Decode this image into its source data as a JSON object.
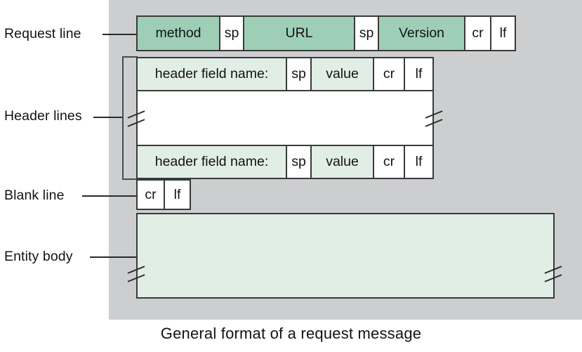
{
  "caption": "General format of a request message",
  "colors": {
    "backdrop": "#ccced0",
    "green": "#9ecfb6",
    "light_green": "#e1eee6",
    "white": "#ffffff",
    "stroke": "#3a3a3a",
    "text": "#131313"
  },
  "labels": {
    "request_line": "Request line",
    "header_lines": "Header lines",
    "blank_line": "Blank line",
    "entity_body": "Entity body"
  },
  "request_line": {
    "cells": [
      {
        "text": "method",
        "fill": "green"
      },
      {
        "text": "sp",
        "fill": "white"
      },
      {
        "text": "URL",
        "fill": "green"
      },
      {
        "text": "sp",
        "fill": "white"
      },
      {
        "text": "Version",
        "fill": "green"
      },
      {
        "text": "cr",
        "fill": "white"
      },
      {
        "text": "lf",
        "fill": "white"
      }
    ]
  },
  "header_line": {
    "cells": [
      {
        "text": "header field name:",
        "fill": "lightgreen"
      },
      {
        "text": "sp",
        "fill": "white"
      },
      {
        "text": "value",
        "fill": "lightgreen"
      },
      {
        "text": "cr",
        "fill": "white"
      },
      {
        "text": "lf",
        "fill": "white"
      }
    ]
  },
  "blank_line": {
    "cells": [
      {
        "text": "cr",
        "fill": "white"
      },
      {
        "text": "lf",
        "fill": "white"
      }
    ]
  },
  "entity_body": {
    "text": "",
    "fill": "lightgreen"
  }
}
